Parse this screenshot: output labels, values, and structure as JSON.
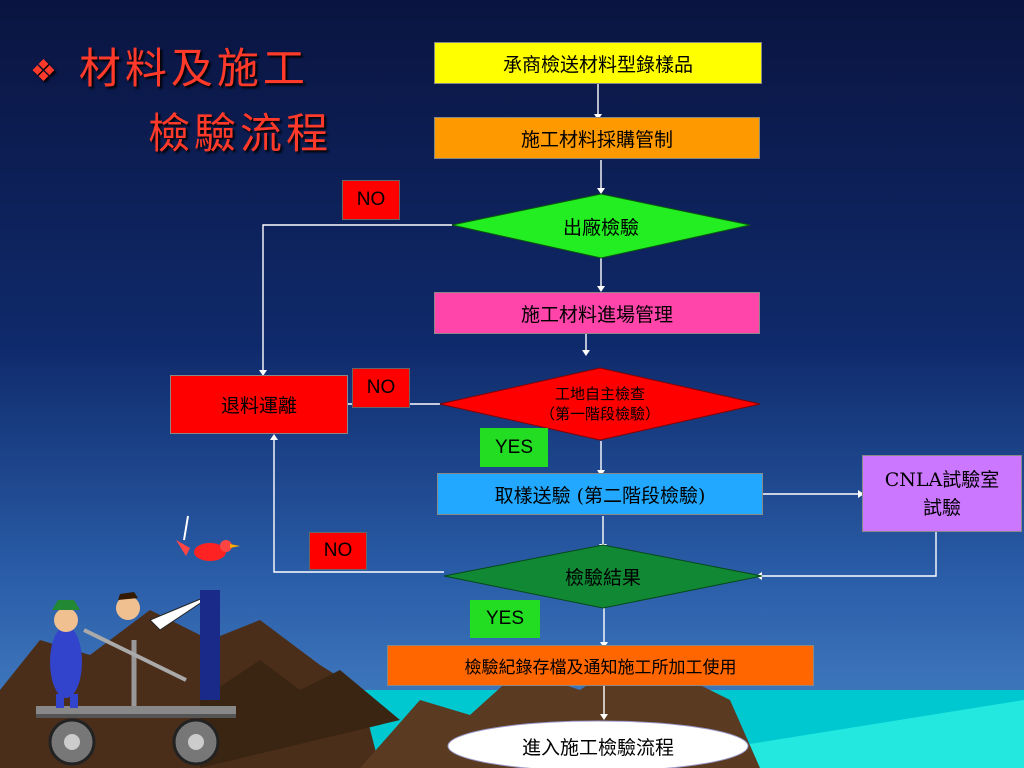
{
  "title": {
    "bullet": "❖",
    "line1": "材料及施工",
    "line2": "檢驗流程"
  },
  "boxes": {
    "submit_samples": "承商檢送材料型錄樣品",
    "procurement_control": "施工材料採購管制",
    "onsite_management": "施工材料進場管理",
    "return_material": "退料運離",
    "sampling_test": "取樣送驗 (第二階段檢驗)",
    "cnla_line1": "CNLA試驗室",
    "cnla_line2": "試驗",
    "record_archive": "檢驗紀錄存檔及通知施工所加工使用",
    "enter_inspection": "進入施工檢驗流程"
  },
  "decisions": {
    "factory_inspection": "出廠檢驗",
    "self_check_line1": "工地自主檢查",
    "self_check_line2": "（第一階段檢驗）",
    "test_result": "檢驗結果"
  },
  "tags": {
    "no_1": "NO",
    "no_2": "NO",
    "no_3": "NO",
    "yes_1": "YES",
    "yes_2": "YES"
  },
  "colors": {
    "title": "#ff3a2a",
    "yellow_box": "#ffff00",
    "orange_box": "#ff9900",
    "pink_box": "#ff44aa",
    "red_box": "#ff0000",
    "blue_box": "#22a8ff",
    "purple_box": "#cc77ff",
    "record_box": "#ff6600",
    "green_diamond": "#22ee22",
    "red_diamond": "#ff0000",
    "dark_green_diamond": "#118833",
    "line": "#ffffff"
  }
}
